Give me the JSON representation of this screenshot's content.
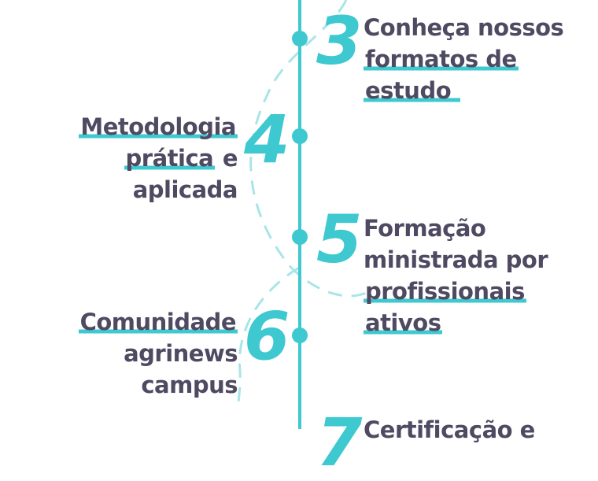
{
  "colors": {
    "accent": "#3ec8d0",
    "text": "#4f4a62"
  },
  "items": [
    {
      "number": "3",
      "lines": [
        [
          "Conheça nossos",
          ""
        ],
        [
          "",
          "formatos de"
        ],
        [
          "",
          "estudo"
        ]
      ]
    },
    {
      "number": "4",
      "l1": "Metodologia",
      "l2a": "prática",
      "l2b": " e",
      "l3": "aplicada"
    },
    {
      "number": "5",
      "l1": "Formação",
      "l2": "ministrada por",
      "l3": "profissionais",
      "l4": "ativos"
    },
    {
      "number": "6",
      "l1": "Comunidade",
      "l2": "agrinews",
      "l3": "campus"
    },
    {
      "number": "7",
      "l1": "Certificação e"
    }
  ]
}
